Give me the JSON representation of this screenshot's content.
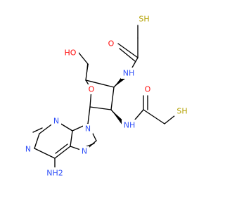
{
  "molecule": {
    "labels": {
      "hydroxyl": "HO",
      "ring_oxygen": "O",
      "amide1_oxygen": "O",
      "amide1_nh": "NH",
      "thiol1": "SH",
      "amide2_oxygen": "O",
      "amide2_nh": "NH",
      "thiol2": "SH",
      "purine_n9": "N",
      "purine_n3": "N",
      "purine_n1": "N",
      "purine_n7": "N",
      "amino": "NH2"
    },
    "colors": {
      "carbon": "#000000",
      "oxygen": "#ff0d0d",
      "nitrogen": "#3050f8",
      "sulfur": "#b3a100"
    }
  }
}
